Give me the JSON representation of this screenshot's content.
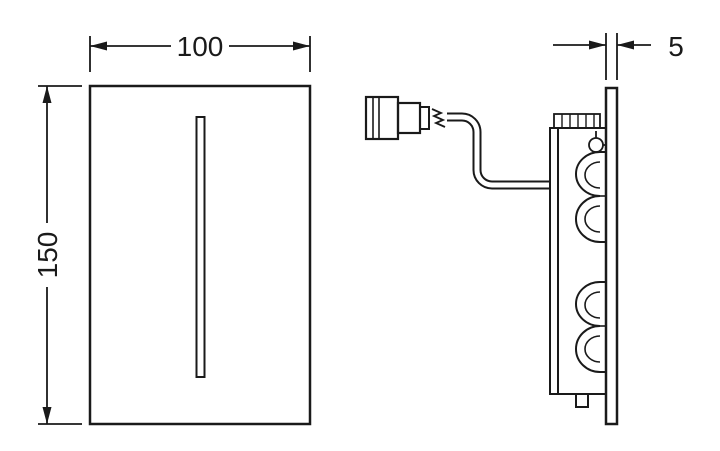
{
  "page": {
    "background": "#ffffff"
  },
  "drawing": {
    "line_color": "#1a1a1a",
    "dimensions": {
      "width_label": "100",
      "height_label": "150",
      "thickness_label": "5"
    }
  }
}
